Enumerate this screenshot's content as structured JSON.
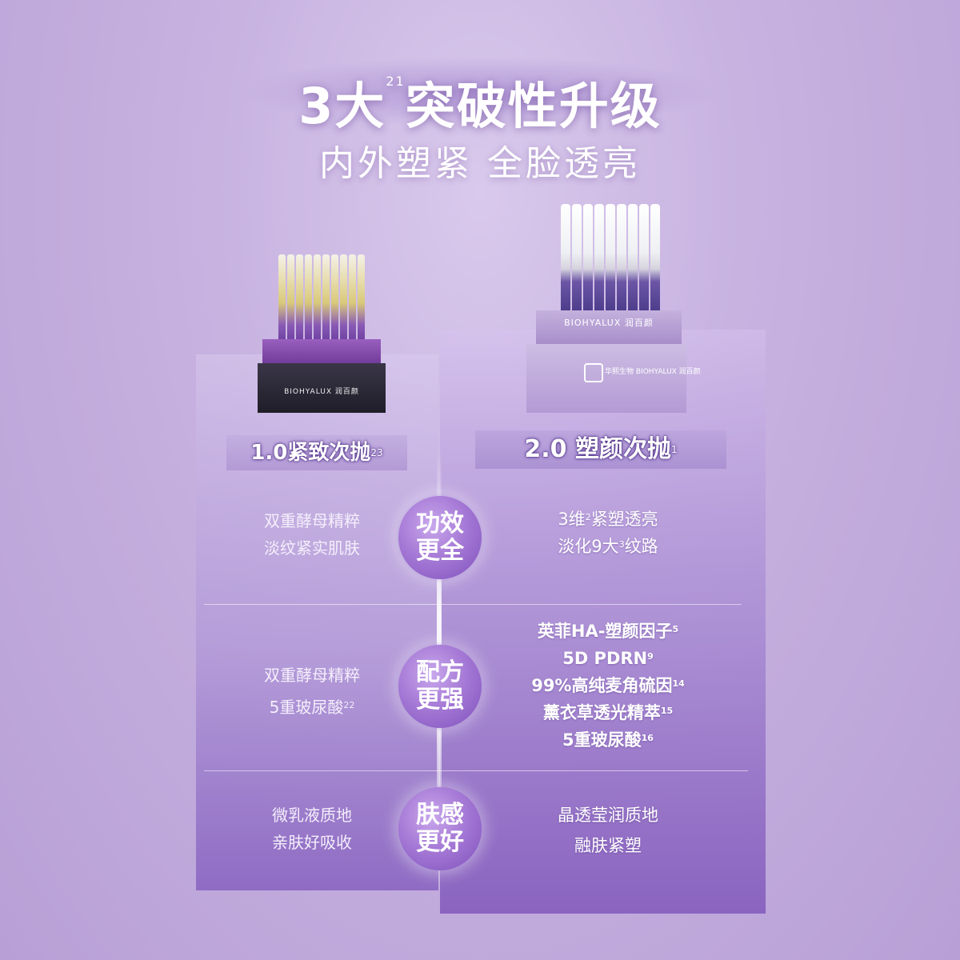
{
  "header": {
    "title_prefix": "3大",
    "title_sup": "21",
    "title_suffix": "突破性升级",
    "subtitle": "内外塑紧  全脸透亮"
  },
  "products": {
    "left": {
      "brand": "BIOHYALUX 润百颜",
      "label": "1.0紧致次抛",
      "label_sup": "23"
    },
    "right": {
      "brand": "BIOHYALUX 润百颜",
      "box_brand": "华熙生物  BIOHYALUX 润百颜",
      "label": "2.0 塑颜次抛",
      "label_sup": "1"
    }
  },
  "rows": [
    {
      "badge": [
        "功效",
        "更全"
      ],
      "left": [
        "双重酵母精粹",
        "淡纹紧实肌肤"
      ],
      "right": [
        {
          "text_a": "3维",
          "sup": "2",
          "text_b": "紧塑透亮"
        },
        {
          "text_a": "淡化9大",
          "sup": "3",
          "text_b": "纹路"
        }
      ]
    },
    {
      "badge": [
        "配方",
        "更强"
      ],
      "left": [
        {
          "text": "双重酵母精粹",
          "sup": ""
        },
        {
          "text": "5重玻尿酸",
          "sup": "22"
        }
      ],
      "right": [
        {
          "text": "英菲HA-塑颜因子",
          "sup": "5"
        },
        {
          "text": "5D PDRN",
          "sup": "9"
        },
        {
          "text": "99%高纯麦角硫因",
          "sup": "14"
        },
        {
          "text": "薰衣草透光精萃",
          "sup": "15"
        },
        {
          "text": "5重玻尿酸",
          "sup": "16"
        }
      ]
    },
    {
      "badge": [
        "肤感",
        "更好"
      ],
      "left": [
        "微乳液质地",
        "亲肤好吸收"
      ],
      "right": [
        "晶透莹润质地",
        "融肤紧塑"
      ]
    }
  ],
  "colors": {
    "accent": "#8a64c0",
    "text_outline": "#4c2d86"
  }
}
